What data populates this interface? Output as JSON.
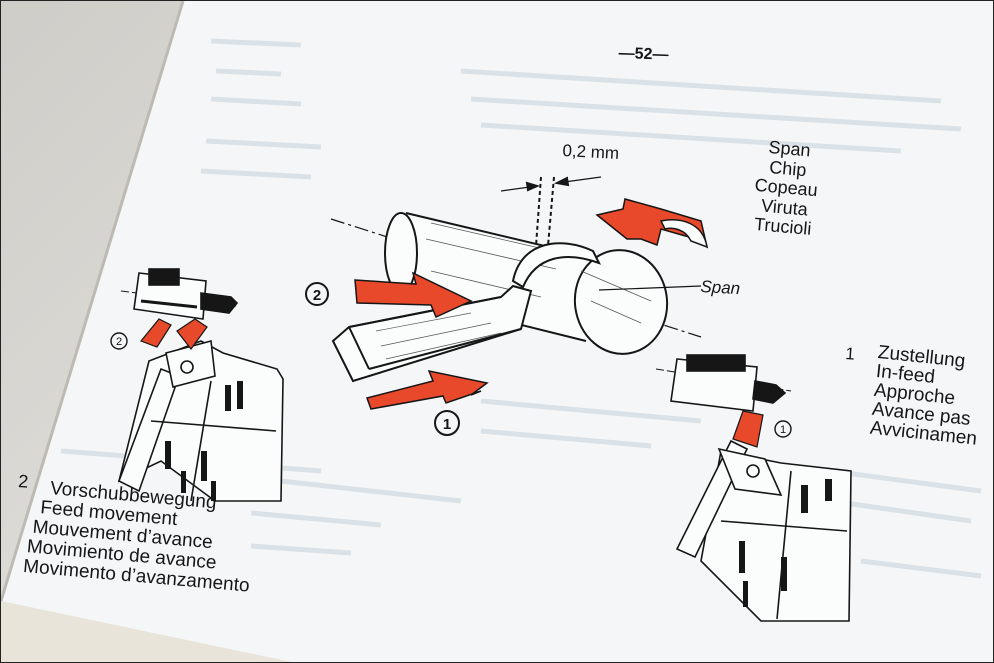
{
  "page": {
    "number": "—52—"
  },
  "colors": {
    "accent_orange": "#e8492b",
    "ink": "#161616",
    "paper": "#f4f6f7",
    "show_through": "#b9c9d4"
  },
  "icons": [
    "cylinder-workpiece-icon",
    "cutting-tool-icon",
    "tool-holder-icon",
    "orange-arrow-icon",
    "circled-number-icon"
  ],
  "diagram": {
    "dimension_label": "0,2 mm",
    "chip_labels": [
      "Span",
      "Chip",
      "Copeau",
      "Viruta",
      "Trucioli"
    ],
    "span_label": "Span",
    "step_markers": [
      "1",
      "2"
    ]
  },
  "legend": {
    "infeed": {
      "number": "1",
      "labels": [
        "Zustellung",
        "In-feed",
        "Approche",
        "Avance pas",
        "Avvicinamen"
      ]
    },
    "feed": {
      "number": "2",
      "labels": [
        "Vorschubbewegung",
        "Feed movement",
        "Mouvement d’avance",
        "Movimiento de avance",
        "Movimento d’avanzamento"
      ]
    }
  }
}
